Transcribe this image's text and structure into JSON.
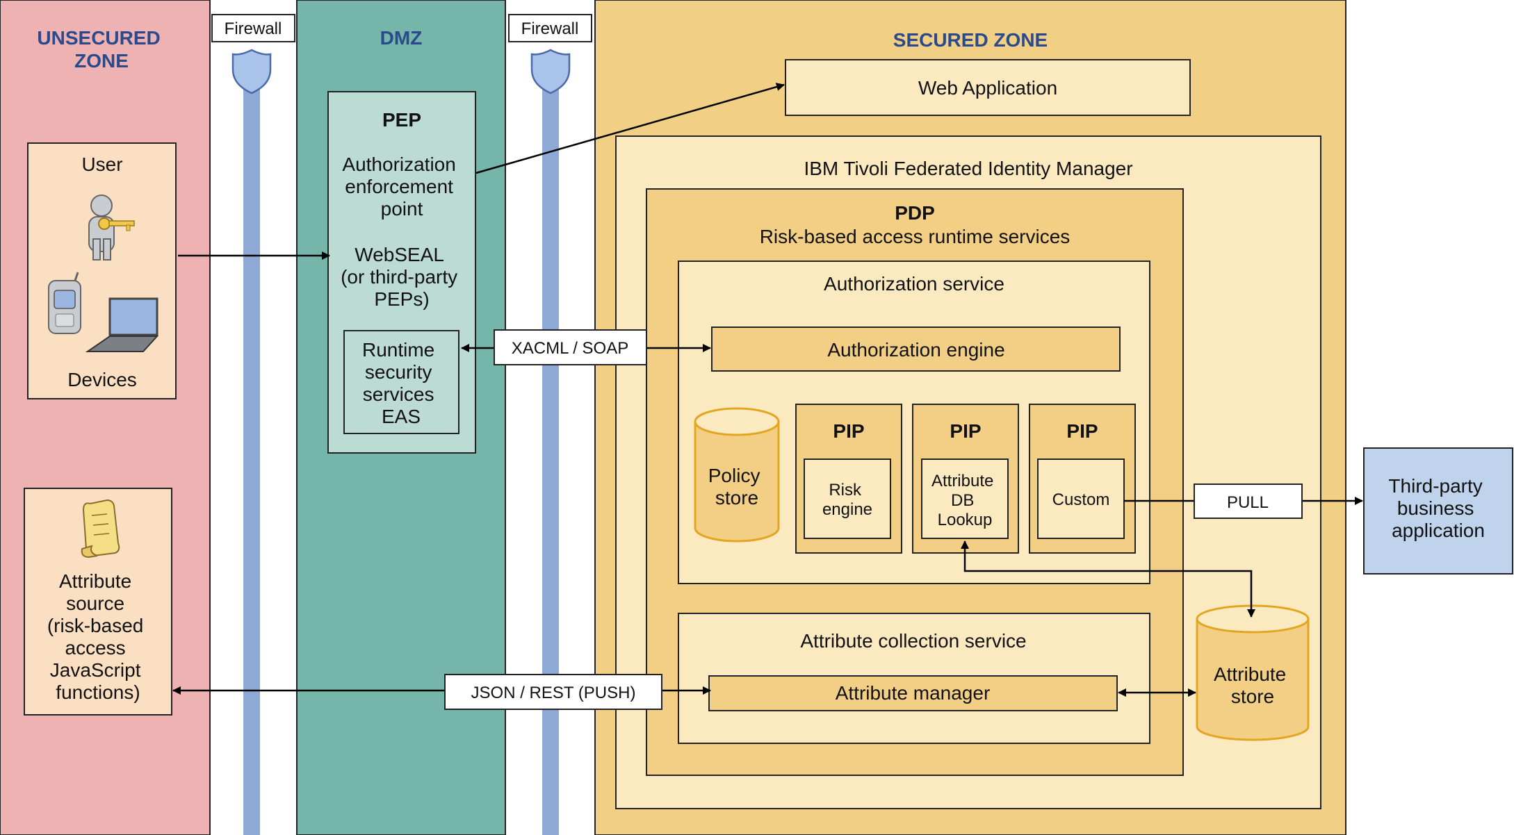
{
  "zones": {
    "unsecured": [
      "UNSECURED",
      "ZONE"
    ],
    "dmz": "DMZ",
    "secured": "SECURED ZONE"
  },
  "firewalls": [
    "Firewall",
    "Firewall"
  ],
  "user_box": {
    "user": "User",
    "devices": "Devices"
  },
  "attribute_source": [
    "Attribute",
    "source",
    "(risk-based",
    "access",
    "JavaScript",
    "functions)"
  ],
  "pep": {
    "title": "PEP",
    "desc": [
      "Authorization",
      "enforcement",
      "point"
    ],
    "webseal": [
      "WebSEAL",
      "(or third-party",
      "PEPs)"
    ],
    "runtime": [
      "Runtime",
      "security",
      "services",
      "EAS"
    ]
  },
  "web_app": "Web Application",
  "tfim": "IBM Tivoli Federated Identity Manager",
  "pdp": {
    "title": "PDP",
    "subtitle": "Risk-based access runtime services"
  },
  "authz_service": "Authorization service",
  "authz_engine": "Authorization engine",
  "policy_store": [
    "Policy",
    "store"
  ],
  "pips": [
    {
      "title": "PIP",
      "inner": [
        "Risk",
        "engine"
      ]
    },
    {
      "title": "PIP",
      "inner": [
        "Attribute",
        "DB",
        "Lookup"
      ]
    },
    {
      "title": "PIP",
      "inner": [
        "Custom"
      ]
    }
  ],
  "attr_collection": "Attribute collection service",
  "attr_manager": "Attribute manager",
  "attr_store": [
    "Attribute",
    "store"
  ],
  "third_party": [
    "Third-party",
    "business",
    "application"
  ],
  "connectors": {
    "xacml": "XACML / SOAP",
    "json": "JSON / REST (PUSH)",
    "pull": "PULL"
  },
  "colors": {
    "unsecured_zone": "#efb2b2",
    "dmz_zone": "#76b5a9",
    "secured_zone": "#f1cf85",
    "firewall_bar": "#8fa9d6",
    "light_yellow": "#fbe9c0",
    "mid_yellow": "#f2cf84",
    "pep_box": "#bcdbd2",
    "third_party": "#bfd3ec"
  }
}
